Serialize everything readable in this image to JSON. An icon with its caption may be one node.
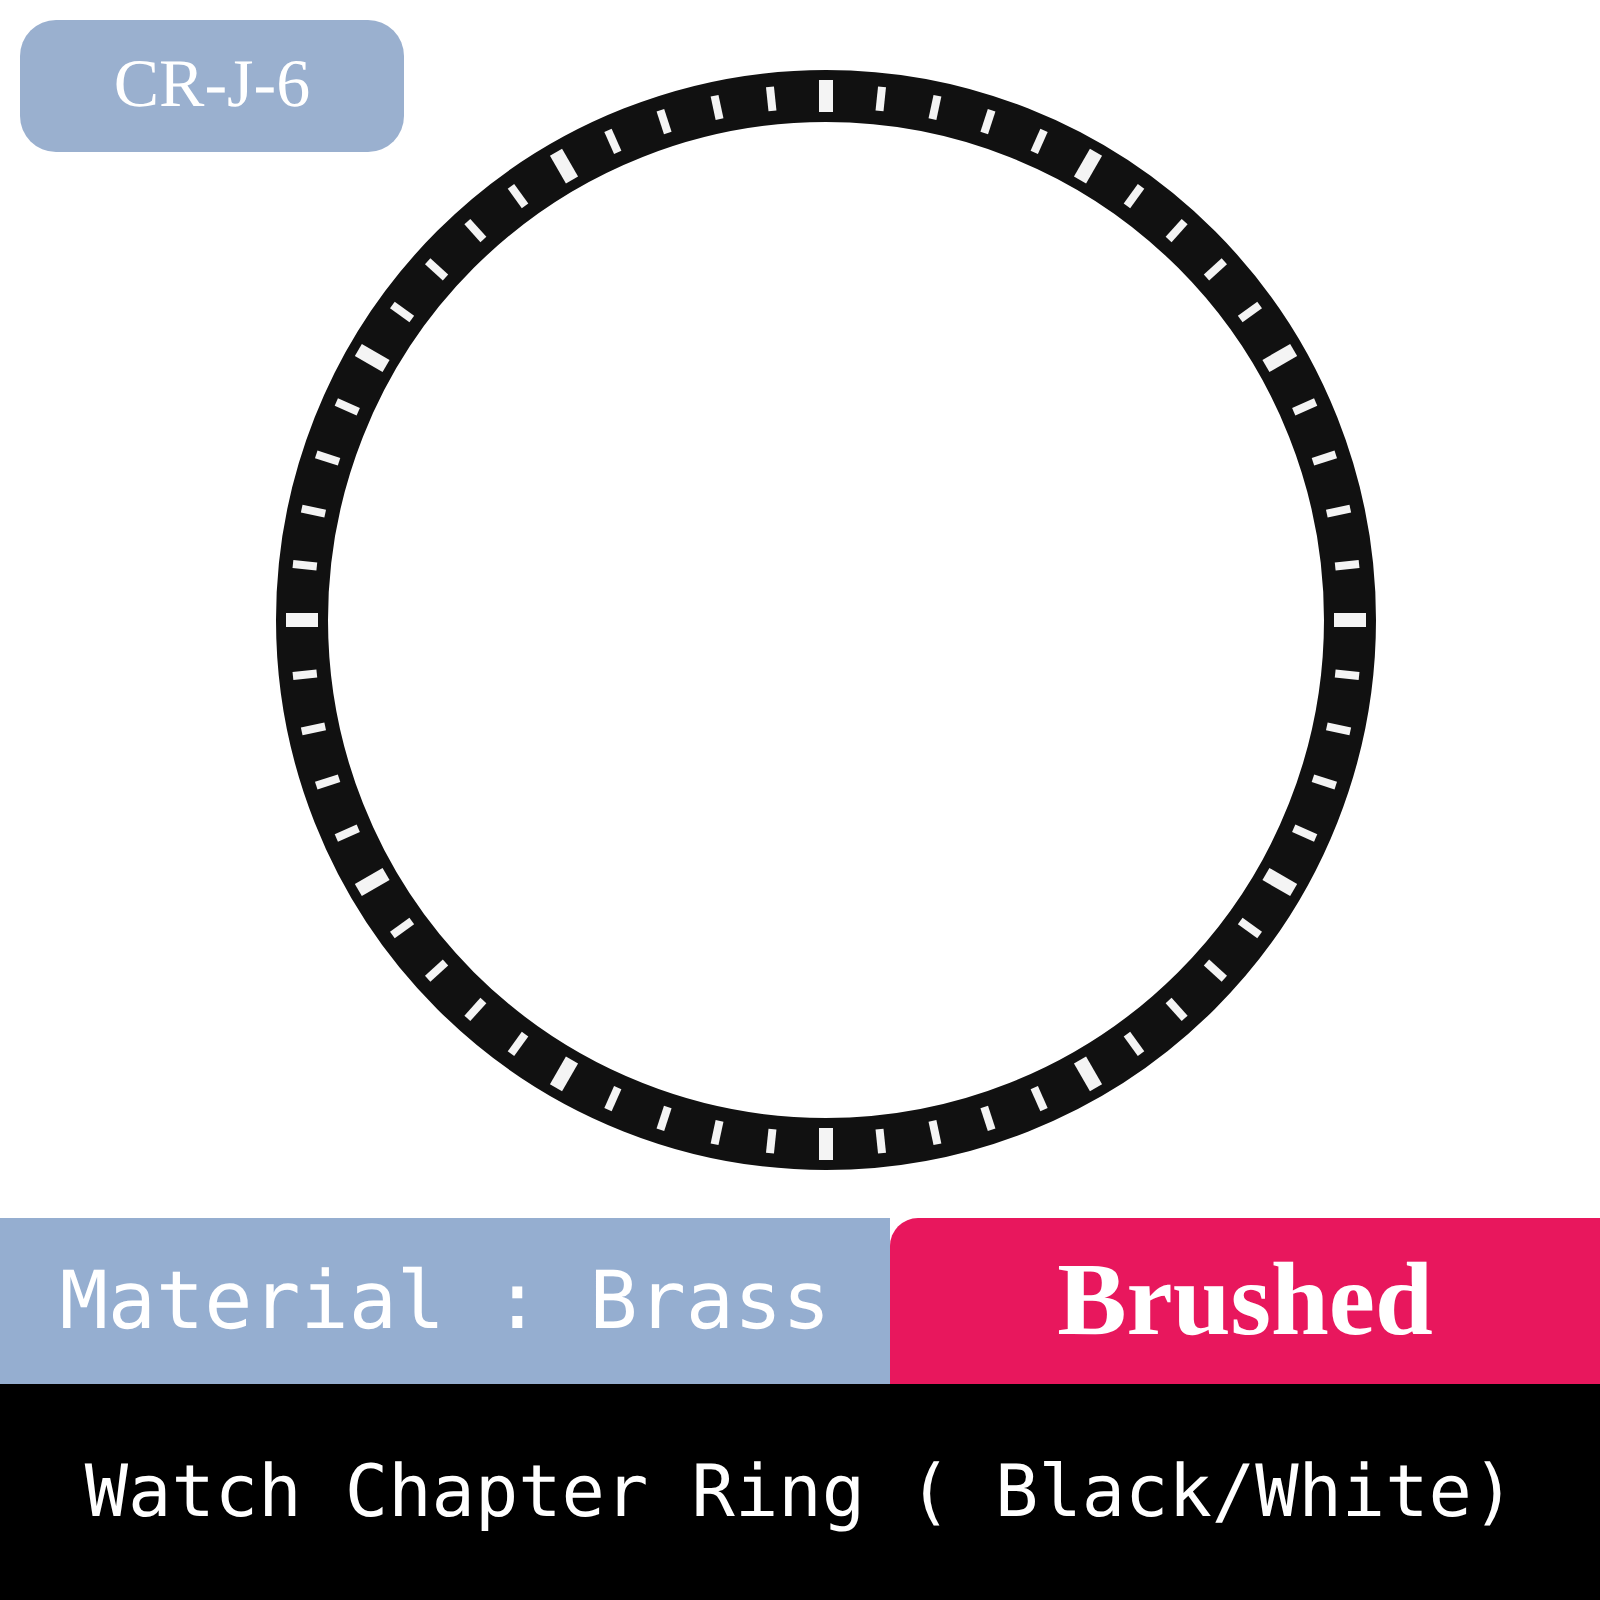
{
  "diagram": {
    "labels": [
      "CR-J-6",
      "Material : Brass",
      "Brushed",
      "Watch Chapter Ring ( Black/White)"
    ]
  }
}
